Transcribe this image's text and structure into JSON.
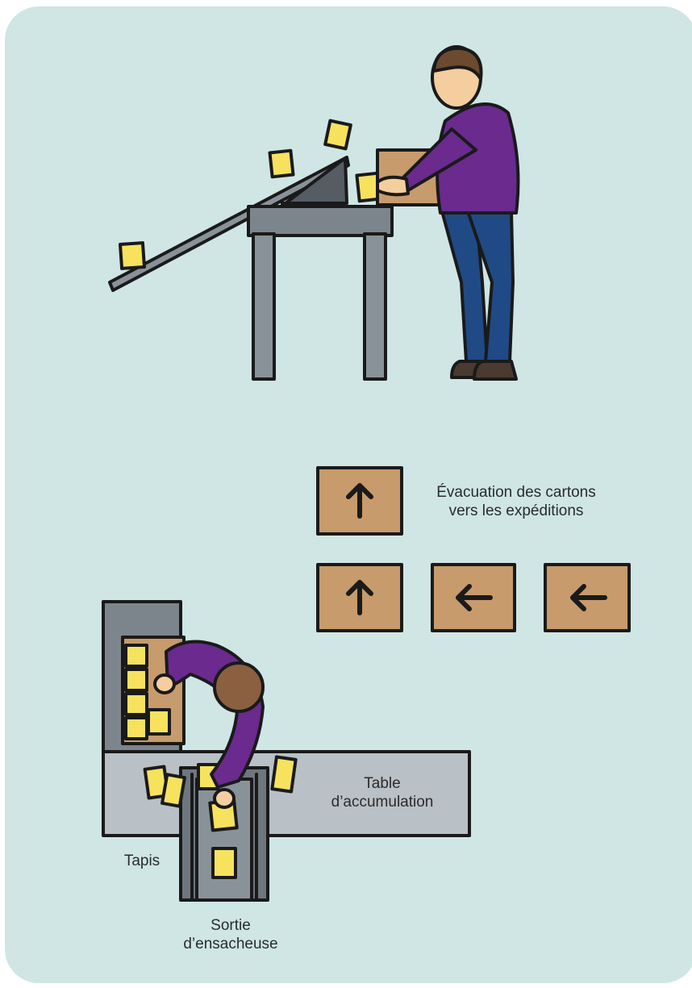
{
  "labels": {
    "evacuation_line1": "Évacuation des cartons",
    "evacuation_line2": "vers les expéditions",
    "table_line1": "Table",
    "table_line2": "d’accumulation",
    "tapis": "Tapis",
    "sortie_line1": "Sortie",
    "sortie_line2": "d’ensacheuse"
  },
  "colors": {
    "background": "#cfe6e5",
    "carton": "#c79b6b",
    "sachet": "#f7e25e",
    "sweater": "#6a2a8e",
    "trousers": "#204a85",
    "table_metal": "#6f777e",
    "table_top": "#b9c0c6"
  },
  "arrows": [
    {
      "direction": "up"
    },
    {
      "direction": "up"
    },
    {
      "direction": "left"
    },
    {
      "direction": "left"
    }
  ]
}
